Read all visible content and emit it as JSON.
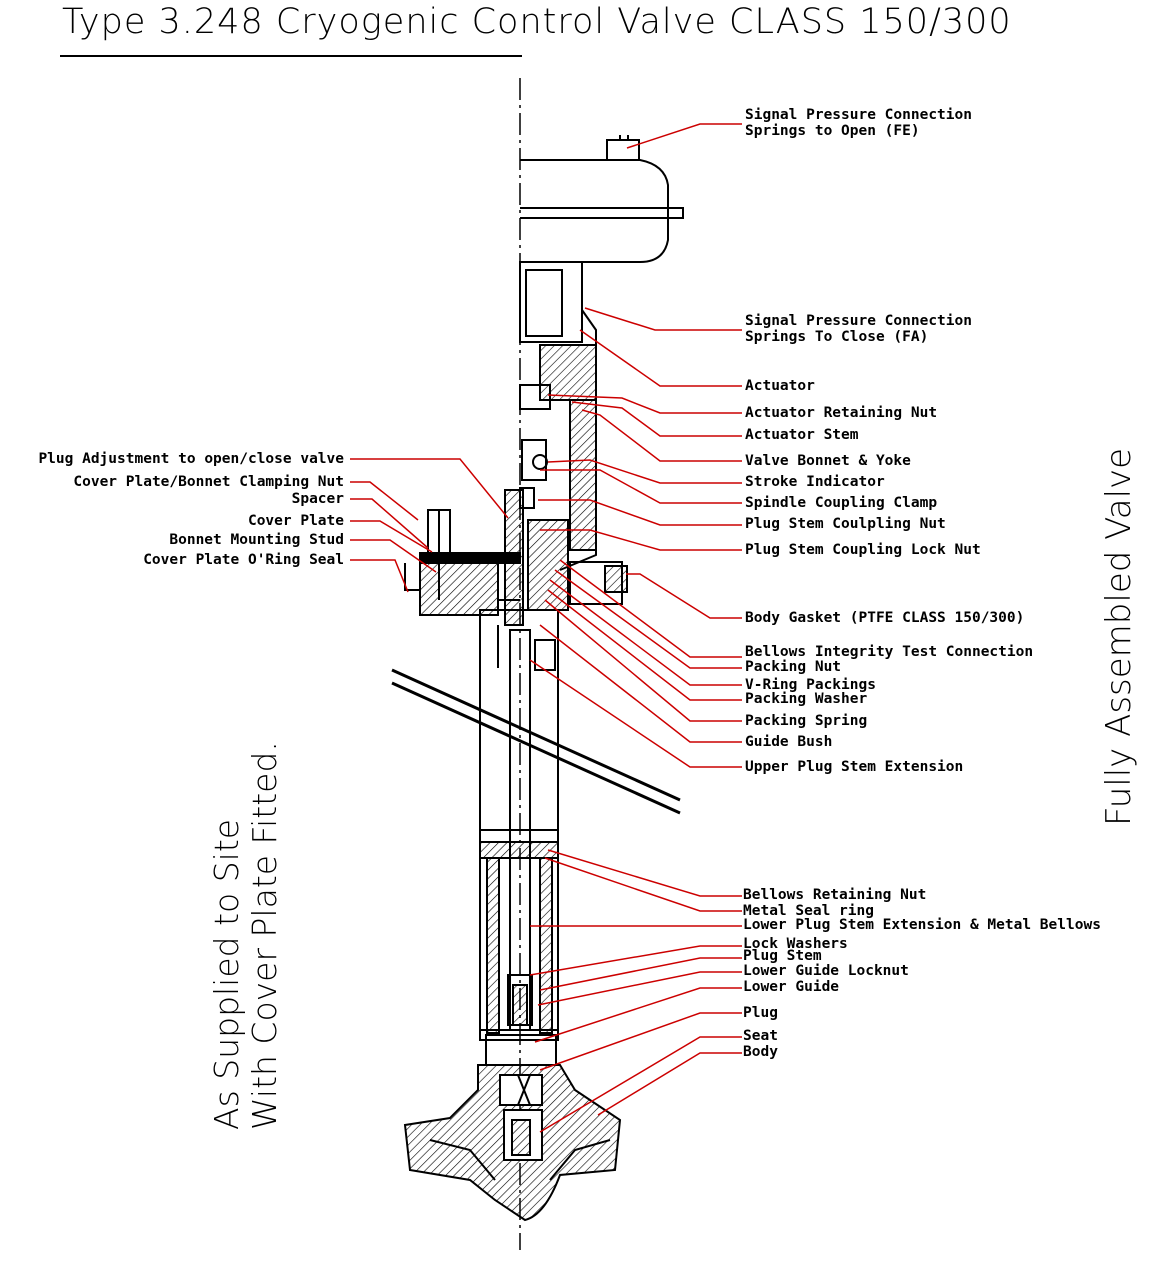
{
  "title": "Type 3.248 Cryogenic Control Valve CLASS 150/300",
  "side_text_left": [
    "As Supplied to Site",
    "With Cover Plate Fitted."
  ],
  "side_text_right": "Fully Assembled Valve",
  "colors": {
    "leader": "#cc0000",
    "line": "#000000"
  },
  "labels_right": [
    "Signal Pressure Connection",
    "Springs to Open (FE)",
    "Signal Pressure Connection",
    "Springs To Close (FA)",
    "Actuator",
    "Actuator Retaining Nut",
    "Actuator Stem",
    "Valve Bonnet & Yoke",
    "Stroke Indicator",
    "Spindle Coupling Clamp",
    "Plug Stem Coulpling Nut",
    "Plug Stem Coupling Lock Nut",
    "Body Gasket (PTFE CLASS 150/300)",
    "Bellows Integrity Test Connection",
    "Packing Nut",
    "V-Ring Packings",
    "Packing Washer",
    "Packing Spring",
    "Guide Bush",
    "Upper Plug Stem Extension",
    "Bellows Retaining Nut",
    "Metal Seal ring",
    "Lower Plug Stem Extension & Metal Bellows",
    "Lock Washers",
    "Plug Stem",
    "Lower Guide Locknut",
    "Lower Guide",
    "Plug",
    "Seat",
    "Body"
  ],
  "labels_left": [
    "Plug Adjustment to open/close valve",
    "Cover Plate/Bonnet Clamping Nut",
    "Spacer",
    "Cover Plate",
    "Bonnet Mounting Stud",
    "Cover Plate O'Ring Seal"
  ]
}
